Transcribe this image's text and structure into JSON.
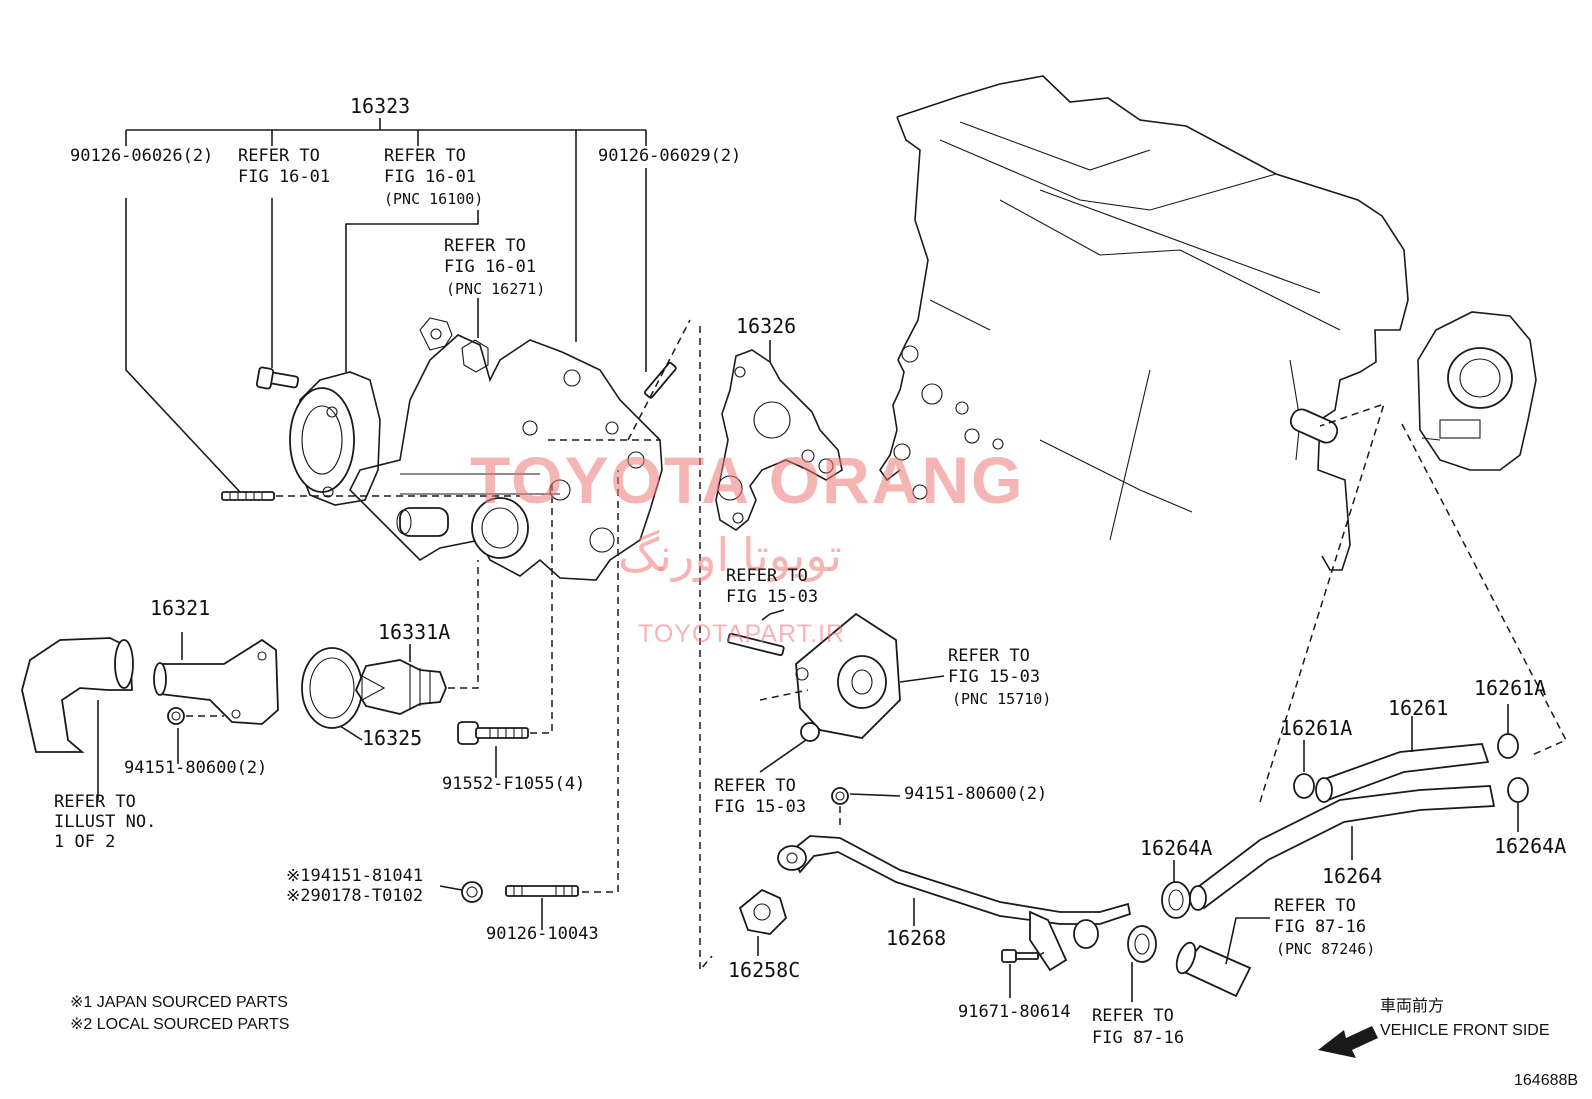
{
  "watermark": {
    "text": "TOYOTA ORANG",
    "text_fa": "تويوتا اورنگ",
    "url": "TOYOTAPART.IR",
    "color": "#ec7878"
  },
  "labels": {
    "pnc_16323": "16323",
    "bolt_left": "90126-06026(2)",
    "refer_a_1": "REFER TO",
    "refer_a_2": "FIG 16-01",
    "refer_b_1": "REFER TO",
    "refer_b_2": "FIG 16-01",
    "refer_b_3": "(PNC 16100)",
    "refer_c_1": "REFER TO",
    "refer_c_2": "FIG 16-01",
    "refer_c_3": "(PNC 16271)",
    "bolt_right": "90126-06029(2)",
    "pnc_16326": "16326",
    "pnc_16321": "16321",
    "pnc_16331a": "16331A",
    "pnc_16325": "16325",
    "nut_1": "94151-80600(2)",
    "refer_illust_1": "REFER TO",
    "refer_illust_2": "ILLUST NO.",
    "refer_illust_3": "1 OF 2",
    "bolt_91552": "91552-F1055(4)",
    "note1_part": "※194151-81041",
    "note2_part": "※290178-T0102",
    "stud_90126": "90126-10043",
    "refer_15_top_1": "REFER TO",
    "refer_15_top_2": "FIG 15-03",
    "refer_15_right_1": "REFER TO",
    "refer_15_right_2": "FIG 15-03",
    "refer_15_right_3": "(PNC 15710)",
    "refer_15_bottom_1": "REFER TO",
    "refer_15_bottom_2": "FIG 15-03",
    "nut_2": "94151-80600(2)",
    "pnc_16268": "16268",
    "pnc_16258c": "16258C",
    "bolt_91671": "91671-80614",
    "refer_87_bottom_1": "REFER TO",
    "refer_87_bottom_2": "FIG 87-16",
    "pnc_16264a_left": "16264A",
    "pnc_16261a_left": "16261A",
    "pnc_16261": "16261",
    "pnc_16261a_right": "16261A",
    "pnc_16264a_right": "16264A",
    "pnc_16264": "16264",
    "refer_87_right_1": "REFER TO",
    "refer_87_right_2": "FIG 87-16",
    "refer_87_right_3": "(PNC 87246)",
    "note_1": "※1 JAPAN SOURCED PARTS",
    "note_2": "※2 LOCAL SOURCED PARTS",
    "front_jp": "車両前方",
    "front_en": "VEHICLE FRONT SIDE",
    "figure_id": "164688B"
  },
  "icons": {
    "front_arrow": "arrow-left-down-icon"
  }
}
